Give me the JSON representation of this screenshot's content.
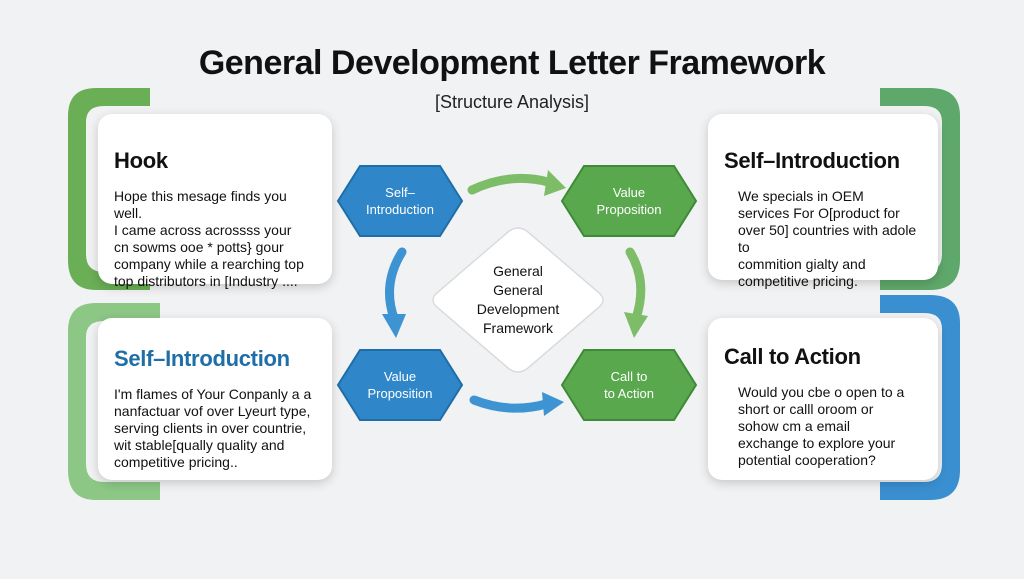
{
  "title": "General Development Letter Framework",
  "subtitle": "[Structure Analysis]",
  "cards": {
    "hook": {
      "heading": "Hook",
      "text": "Hope this mesage finds you well.\n  I came across acrossss your\n    cn sowms ooe * potts} gour\ncompany while a rearching top\ntop distributors in [Industry ...."
    },
    "self_intro_left": {
      "heading": "Self–Introduction",
      "text": "I'm flames of Your Conpanly a a\n nanfactuar vof over Lyeurt type,\n  serving clients in over countrie,\nwit stable[qually quality and\n  competitive pricing.."
    },
    "self_intro_right": {
      "heading": "Self–Introduction",
      "text": "We specials in OEM\n services  For O[product for\nover 50] countries with adole to\ncommition gialty and\ncompetitive pricing."
    },
    "call_to_action": {
      "heading": "Call to Action",
      "text": "Would you cbe o open to a\n  short or calll oroom or\n    sohow  cm a email\nexchange to explore your\npotential cooperation?"
    }
  },
  "nodes": {
    "self_intro": "Self–\nIntroduction",
    "value_prop_top": "Value\nProposition",
    "value_prop_bottom": "Value\nProposition",
    "call_to_action": "Call to\nto Action",
    "center": "General\nGeneral\nDevelopment\nFramework"
  },
  "colors": {
    "green": "#5aa84e",
    "green_light": "#8cc36b",
    "blue": "#2f86c8",
    "blue_light": "#5aa6de",
    "text": "#111111",
    "heading_blue": "#1f6ea8"
  }
}
